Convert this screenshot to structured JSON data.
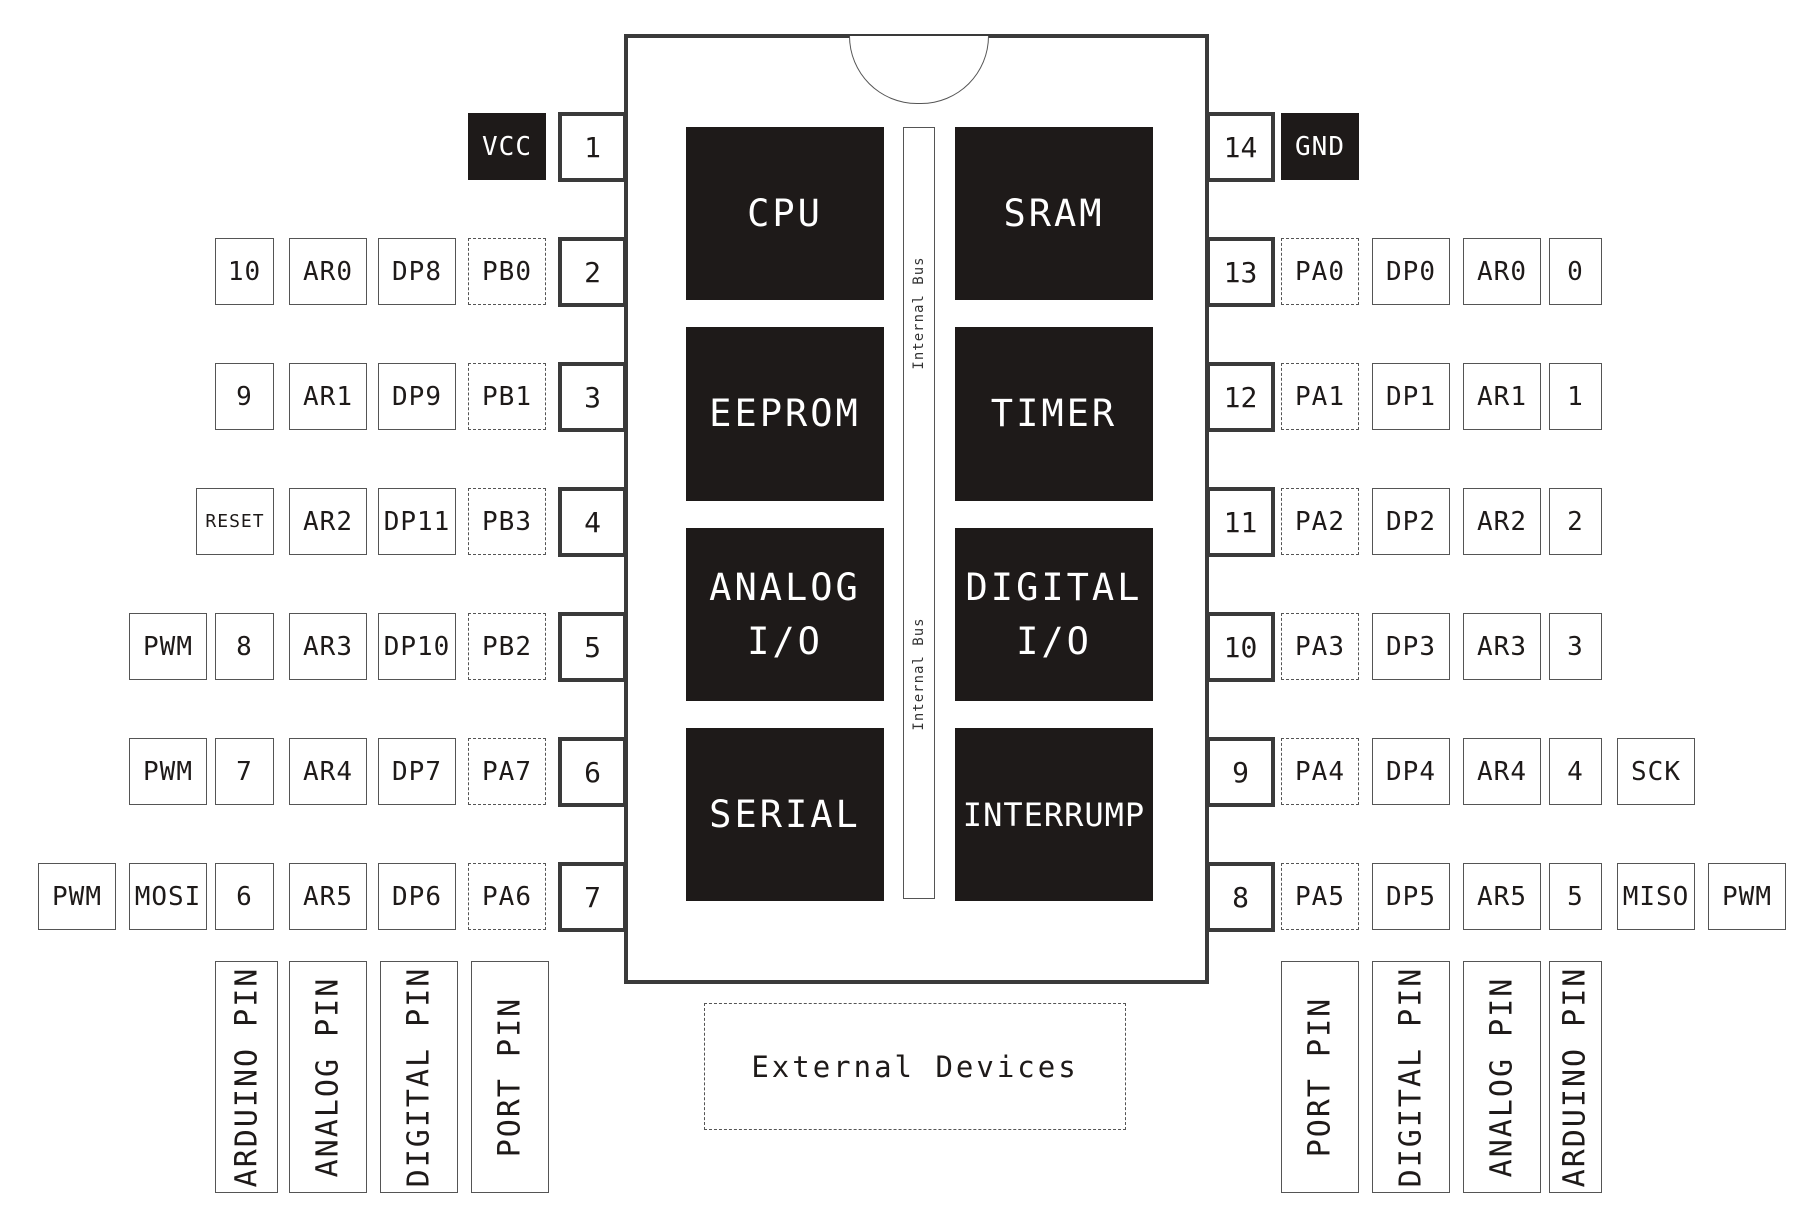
{
  "chip": {
    "blocks": {
      "cpu": "CPU",
      "sram": "SRAM",
      "eeprom": "EEPROM",
      "timer": "TIMER",
      "analog_io": "ANALOG\nI/O",
      "digital_io": "DIGITAL\nI/O",
      "serial": "SERIAL",
      "interrupt": "INTERRUMP"
    },
    "bus_label_top": "Internal Bus",
    "bus_label_bottom": "Internal Bus"
  },
  "power": {
    "vcc": "VCC",
    "gnd": "GND"
  },
  "left_pins": [
    {
      "pin": "1"
    },
    {
      "pin": "2",
      "port": "PB0",
      "digital": "DP8",
      "analog": "AR0",
      "arduino": "10"
    },
    {
      "pin": "3",
      "port": "PB1",
      "digital": "DP9",
      "analog": "AR1",
      "arduino": "9"
    },
    {
      "pin": "4",
      "port": "PB3",
      "digital": "DP11",
      "analog": "AR2",
      "arduino": "RESET"
    },
    {
      "pin": "5",
      "port": "PB2",
      "digital": "DP10",
      "analog": "AR3",
      "arduino": "8",
      "extra": [
        "PWM"
      ]
    },
    {
      "pin": "6",
      "port": "PA7",
      "digital": "DP7",
      "analog": "AR4",
      "arduino": "7",
      "extra": [
        "PWM"
      ]
    },
    {
      "pin": "7",
      "port": "PA6",
      "digital": "DP6",
      "analog": "AR5",
      "arduino": "6",
      "extra": [
        "MOSI",
        "PWM"
      ]
    }
  ],
  "right_pins": [
    {
      "pin": "14"
    },
    {
      "pin": "13",
      "port": "PA0",
      "digital": "DP0",
      "analog": "AR0",
      "arduino": "0"
    },
    {
      "pin": "12",
      "port": "PA1",
      "digital": "DP1",
      "analog": "AR1",
      "arduino": "1"
    },
    {
      "pin": "11",
      "port": "PA2",
      "digital": "DP2",
      "analog": "AR2",
      "arduino": "2"
    },
    {
      "pin": "10",
      "port": "PA3",
      "digital": "DP3",
      "analog": "AR3",
      "arduino": "3"
    },
    {
      "pin": "9",
      "port": "PA4",
      "digital": "DP4",
      "analog": "AR4",
      "arduino": "4",
      "extra": [
        "SCK"
      ]
    },
    {
      "pin": "8",
      "port": "PA5",
      "digital": "DP5",
      "analog": "AR5",
      "arduino": "5",
      "extra": [
        "MISO",
        "PWM"
      ]
    }
  ],
  "legend": {
    "arduino_pin": "ARDUINO PIN",
    "analog_pin": "ANALOG PIN",
    "digital_pin": "DIGITAL PIN",
    "port_pin": "PORT PIN"
  },
  "external_devices": "External Devices"
}
